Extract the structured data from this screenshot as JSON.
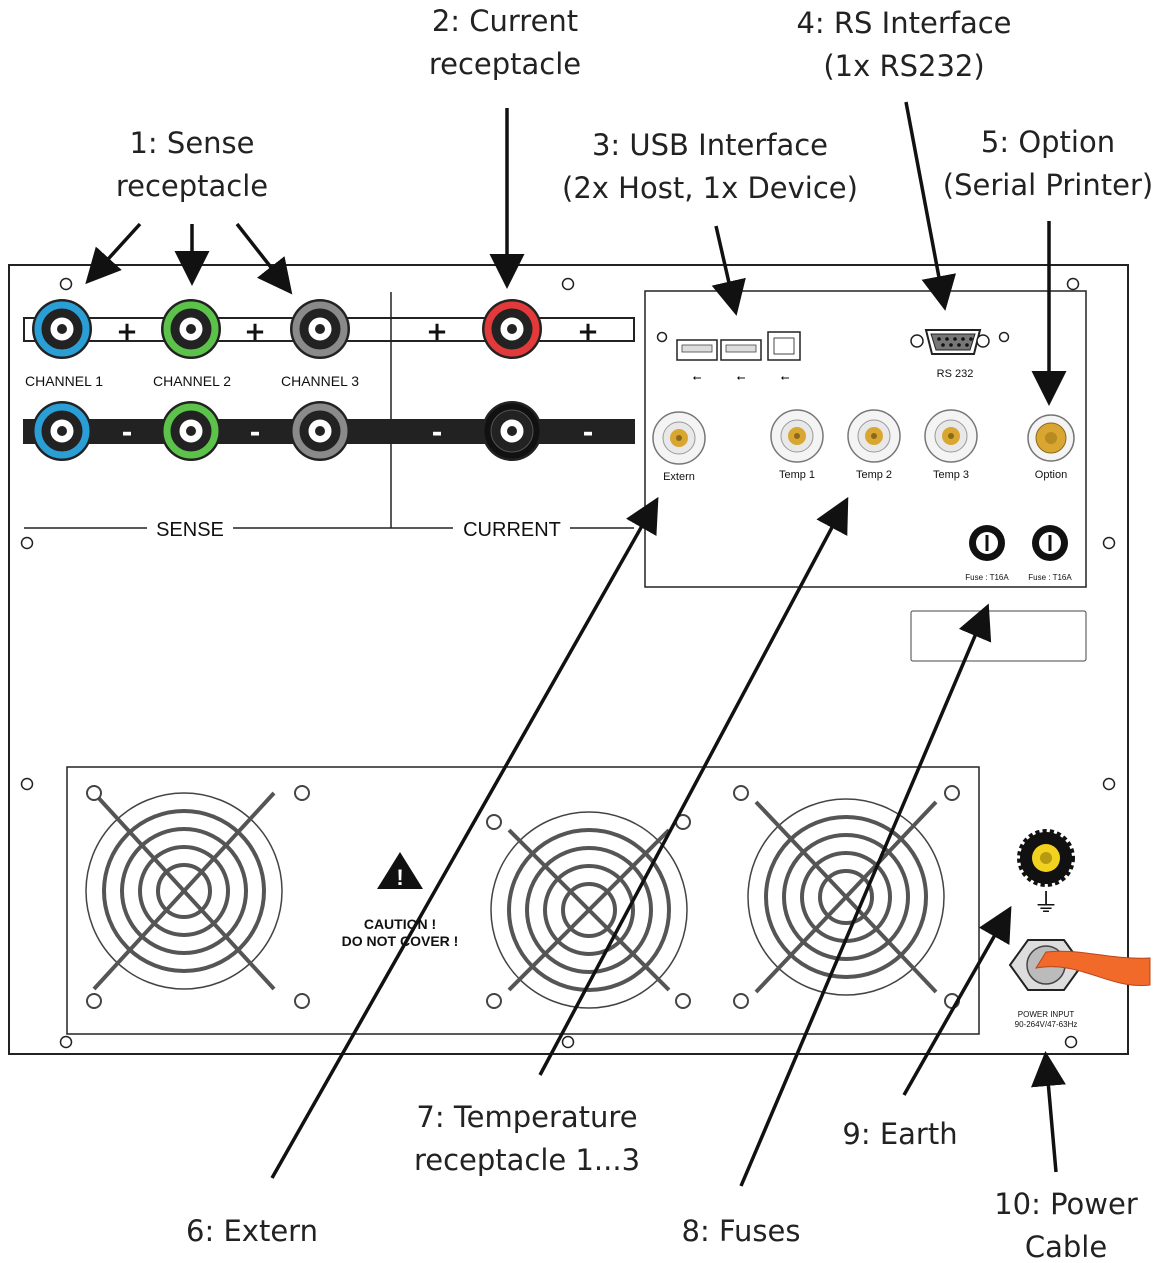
{
  "callouts": [
    {
      "id": "sense",
      "lines": [
        "1: Sense",
        "receptacle"
      ]
    },
    {
      "id": "current",
      "lines": [
        "2: Current",
        "receptacle"
      ]
    },
    {
      "id": "usb",
      "lines": [
        "3: USB Interface",
        "(2x Host, 1x Device)"
      ]
    },
    {
      "id": "rs",
      "lines": [
        "4: RS Interface",
        "(1x RS232)"
      ]
    },
    {
      "id": "option",
      "lines": [
        "5: Option",
        "(Serial Printer)"
      ]
    },
    {
      "id": "extern",
      "lines": [
        "6: Extern"
      ]
    },
    {
      "id": "temp",
      "lines": [
        "7: Temperature",
        "receptacle 1...3"
      ]
    },
    {
      "id": "fuses",
      "lines": [
        "8: Fuses"
      ]
    },
    {
      "id": "earth",
      "lines": [
        "9: Earth"
      ]
    },
    {
      "id": "power",
      "lines": [
        "10: Power",
        "Cable"
      ]
    }
  ],
  "panel": {
    "channels": [
      "CHANNEL 1",
      "CHANNEL 2",
      "CHANNEL 3"
    ],
    "plus_sign": "+",
    "minus_sign": "-",
    "sense_label": "SENSE",
    "current_label": "CURRENT",
    "rs232_label": "RS 232",
    "usb_symbol": "⭠",
    "extern_label": "Extern",
    "temp_labels": [
      "Temp 1",
      "Temp 2",
      "Temp 3"
    ],
    "option_label": "Option",
    "fuse_labels": [
      "Fuse : T16A",
      "Fuse : T16A"
    ],
    "caution_lines": [
      "CAUTION  !",
      "DO NOT COVER  !"
    ],
    "caution_symbol": "!",
    "power_input_lines": [
      "POWER INPUT",
      "90-264V/47-63Hz"
    ],
    "earth_symbol": "⏚"
  },
  "colors": {
    "channel_1": "#2a9fd6",
    "channel_2": "#5cc34a",
    "channel_3": "#8a8a8a",
    "current_plus": "#e23a3a",
    "current_minus": "#222222",
    "terminal_gold": "#d9a632",
    "power_cable": "#f26a2a",
    "earth_post": "#f2d21f"
  }
}
